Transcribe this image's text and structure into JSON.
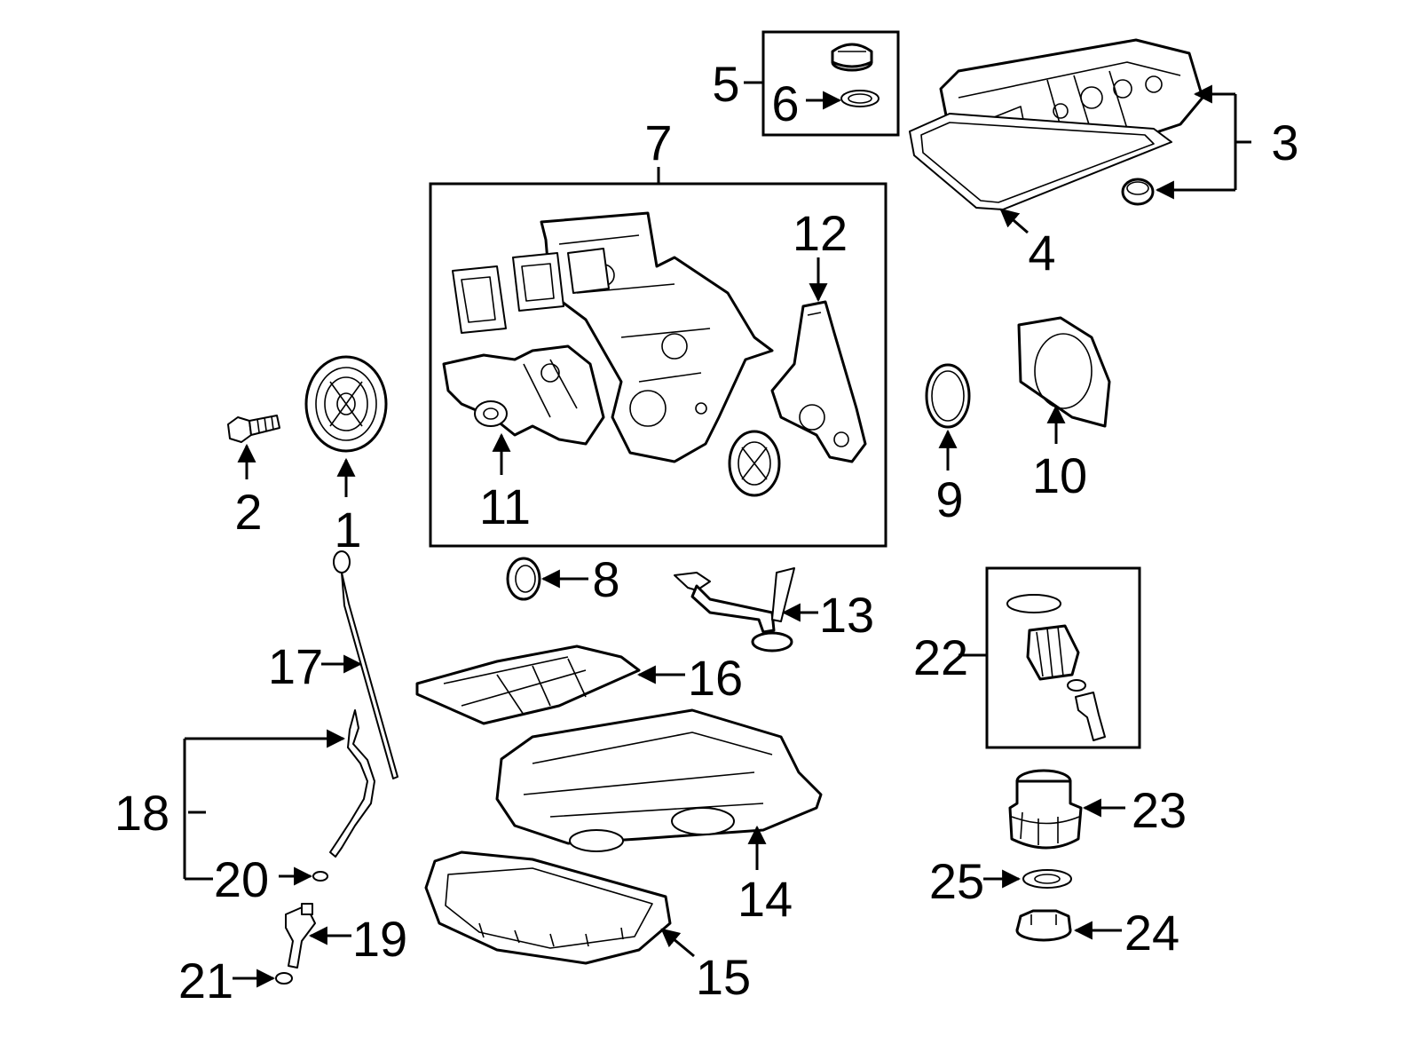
{
  "colors": {
    "ink": "#000000",
    "paper": "#ffffff"
  },
  "callouts": [
    "1",
    "2",
    "3",
    "4",
    "5",
    "6",
    "7",
    "8",
    "9",
    "10",
    "11",
    "12",
    "13",
    "14",
    "15",
    "16",
    "17",
    "18",
    "19",
    "20",
    "21",
    "22",
    "23",
    "24",
    "25"
  ]
}
